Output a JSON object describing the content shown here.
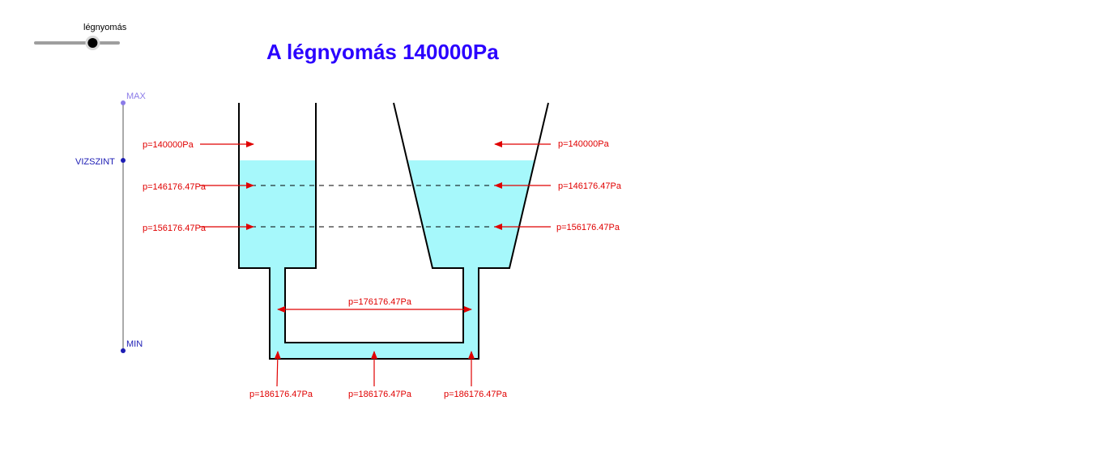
{
  "title": "A légnyomás 140000Pa",
  "slider": {
    "label": "légnyomás",
    "value_fraction": 0.69,
    "track_color": "#9e9e9e",
    "knob_color": "#000000"
  },
  "level_axis": {
    "max_label": "MAX",
    "level_label": "VIZSZINT",
    "min_label": "MIN",
    "point_color": "#1c1cb4",
    "max_color": "#8b7be8"
  },
  "pressures": {
    "left_surface": "p=140000Pa",
    "left_mid": "p=146176.47Pa",
    "left_low": "p=156176.47Pa",
    "right_surface": "p=140000Pa",
    "right_mid": "p=146176.47Pa",
    "right_low": "p=156176.47Pa",
    "tube_horizontal": "p=176176.47Pa",
    "bottom_left": "p=186176.47Pa",
    "bottom_mid": "p=186176.47Pa",
    "bottom_right": "p=186176.47Pa"
  },
  "colors": {
    "water": "#a6f8fb",
    "arrow": "#e00000",
    "title": "#2a00ff",
    "vessel": "#000000"
  }
}
